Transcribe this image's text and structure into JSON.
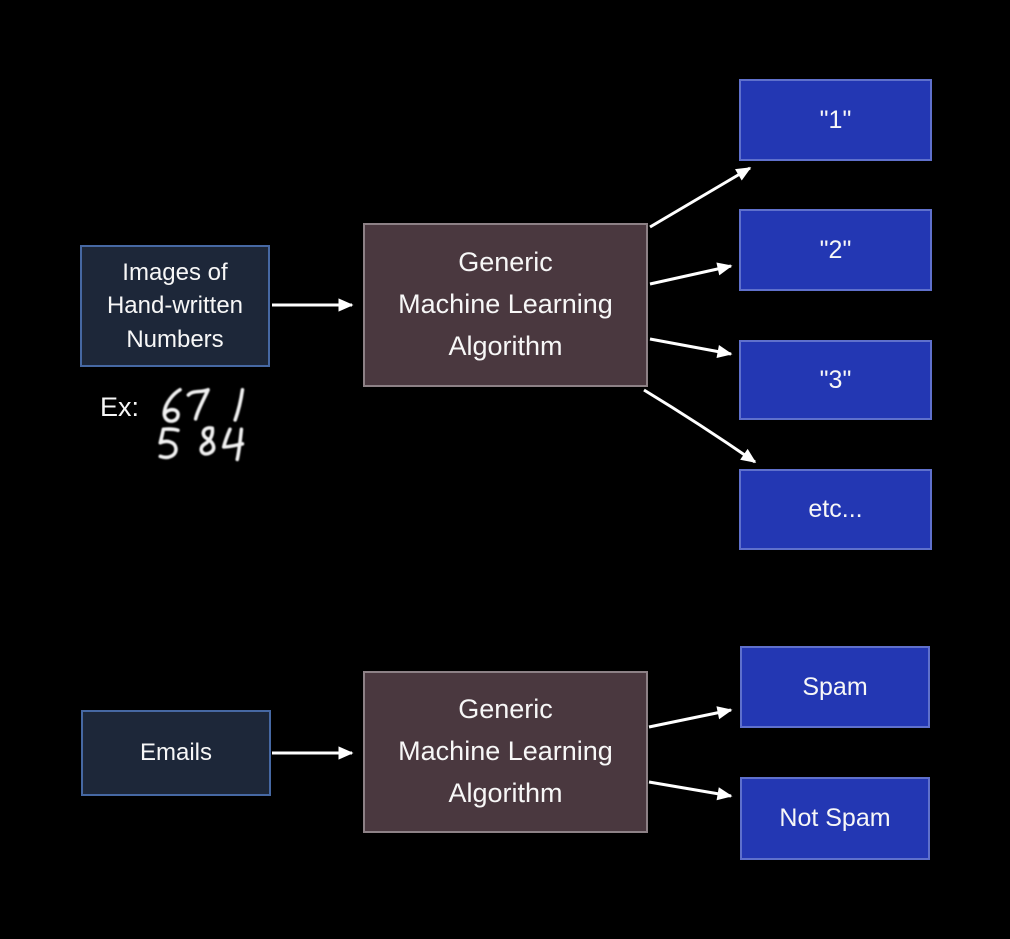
{
  "diagram": {
    "colors": {
      "background": "#000000",
      "input_box_fill": "#1d2739",
      "input_box_border": "#4668a3",
      "ml_box_fill": "#4a383f",
      "ml_box_border": "#8d8186",
      "output_box_fill": "#2337b3",
      "output_box_border": "#5f70cc",
      "arrow": "#ffffff",
      "text": "#f7f7f7"
    },
    "flows": [
      {
        "input_label": "Images of\nHand-written\nNumbers",
        "example_prefix": "Ex:",
        "example_digit_rows": [
          "6 7 1",
          "5 8 4"
        ],
        "processor_label": "Generic\nMachine Learning\nAlgorithm",
        "outputs": [
          "\"1\"",
          "\"2\"",
          "\"3\"",
          "etc..."
        ]
      },
      {
        "input_label": "Emails",
        "processor_label": "Generic\nMachine Learning\nAlgorithm",
        "outputs": [
          "Spam",
          "Not Spam"
        ]
      }
    ]
  }
}
